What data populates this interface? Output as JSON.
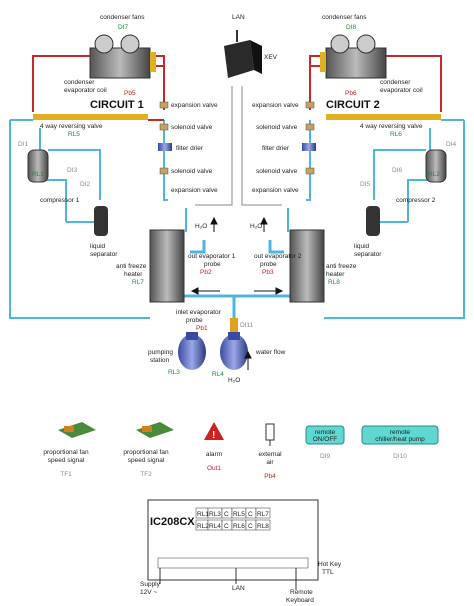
{
  "labels": {
    "condenser_fans": "condenser fans",
    "di7": "DI7",
    "di8": "DI8",
    "lan": "LAN",
    "xev": "XEV",
    "condenser": "condenser",
    "evaporator_coil": "evaporator coil",
    "pb5": "Pb5",
    "pb6": "Pb6",
    "circuit_1": "CIRCUIT 1",
    "circuit_2": "CIRCUIT 2",
    "expansion_valve": "expansion valve",
    "solenoid_valve": "solenoid valve",
    "filter_drier": "filter drier",
    "four_way_valve": "4 way reversing valve",
    "rl5": "RL5",
    "rl6": "RL6",
    "di1": "DI1",
    "di4": "DI4",
    "rl1": "RL1",
    "rl2": "RL2",
    "di3": "DI3",
    "di2": "DI2",
    "di6": "DI6",
    "di5": "DI5",
    "compressor_1": "compressor 1",
    "compressor_2": "compressor 2",
    "liquid": "liquid",
    "separator": "separator",
    "h2o": "H₂O",
    "out_probe_1_a": "out evaporator 1",
    "out_probe_2_a": "out evaporator 2",
    "probe": "probe",
    "pb2": "Pb2",
    "pb3": "Pb3",
    "anti_freeze": "anti freeze",
    "heater": "heater",
    "rl7": "RL7",
    "rl8": "RL8",
    "inlet_probe_a": "inlet evaporator",
    "pb1": "Pb1",
    "di11": "DI11",
    "pumping": "pumping",
    "station": "station",
    "water_flow": "water flow",
    "rl3": "RL3",
    "rl4": "RL4"
  },
  "accessories": [
    {
      "line1": "proportional fan",
      "line2": "speed signal",
      "code": "TF1"
    },
    {
      "line1": "proportional fan",
      "line2": "speed signal",
      "code": "TF2"
    },
    {
      "line1": "alarm",
      "code": "Out1"
    },
    {
      "line1": "external",
      "line2": "air",
      "code": "Pb4"
    },
    {
      "line1": "remote",
      "line2": "ON/OFF",
      "code": "DI9"
    },
    {
      "line1": "remote",
      "line2": "chiller/heat pump",
      "code": "DI10"
    }
  ],
  "controller": {
    "model": "IC208CX",
    "relays": [
      "RL1",
      "RL3",
      "C",
      "RL5",
      "C",
      "RL7",
      "RL2",
      "RL4",
      "C",
      "RL6",
      "C",
      "RL8"
    ],
    "supply_1": "Supply",
    "supply_2": "12V ~",
    "lan": "LAN",
    "remote_1": "Remote",
    "remote_2": "Keyboard",
    "hotkey_1": "Hot Key",
    "hotkey_2": "TTL"
  }
}
